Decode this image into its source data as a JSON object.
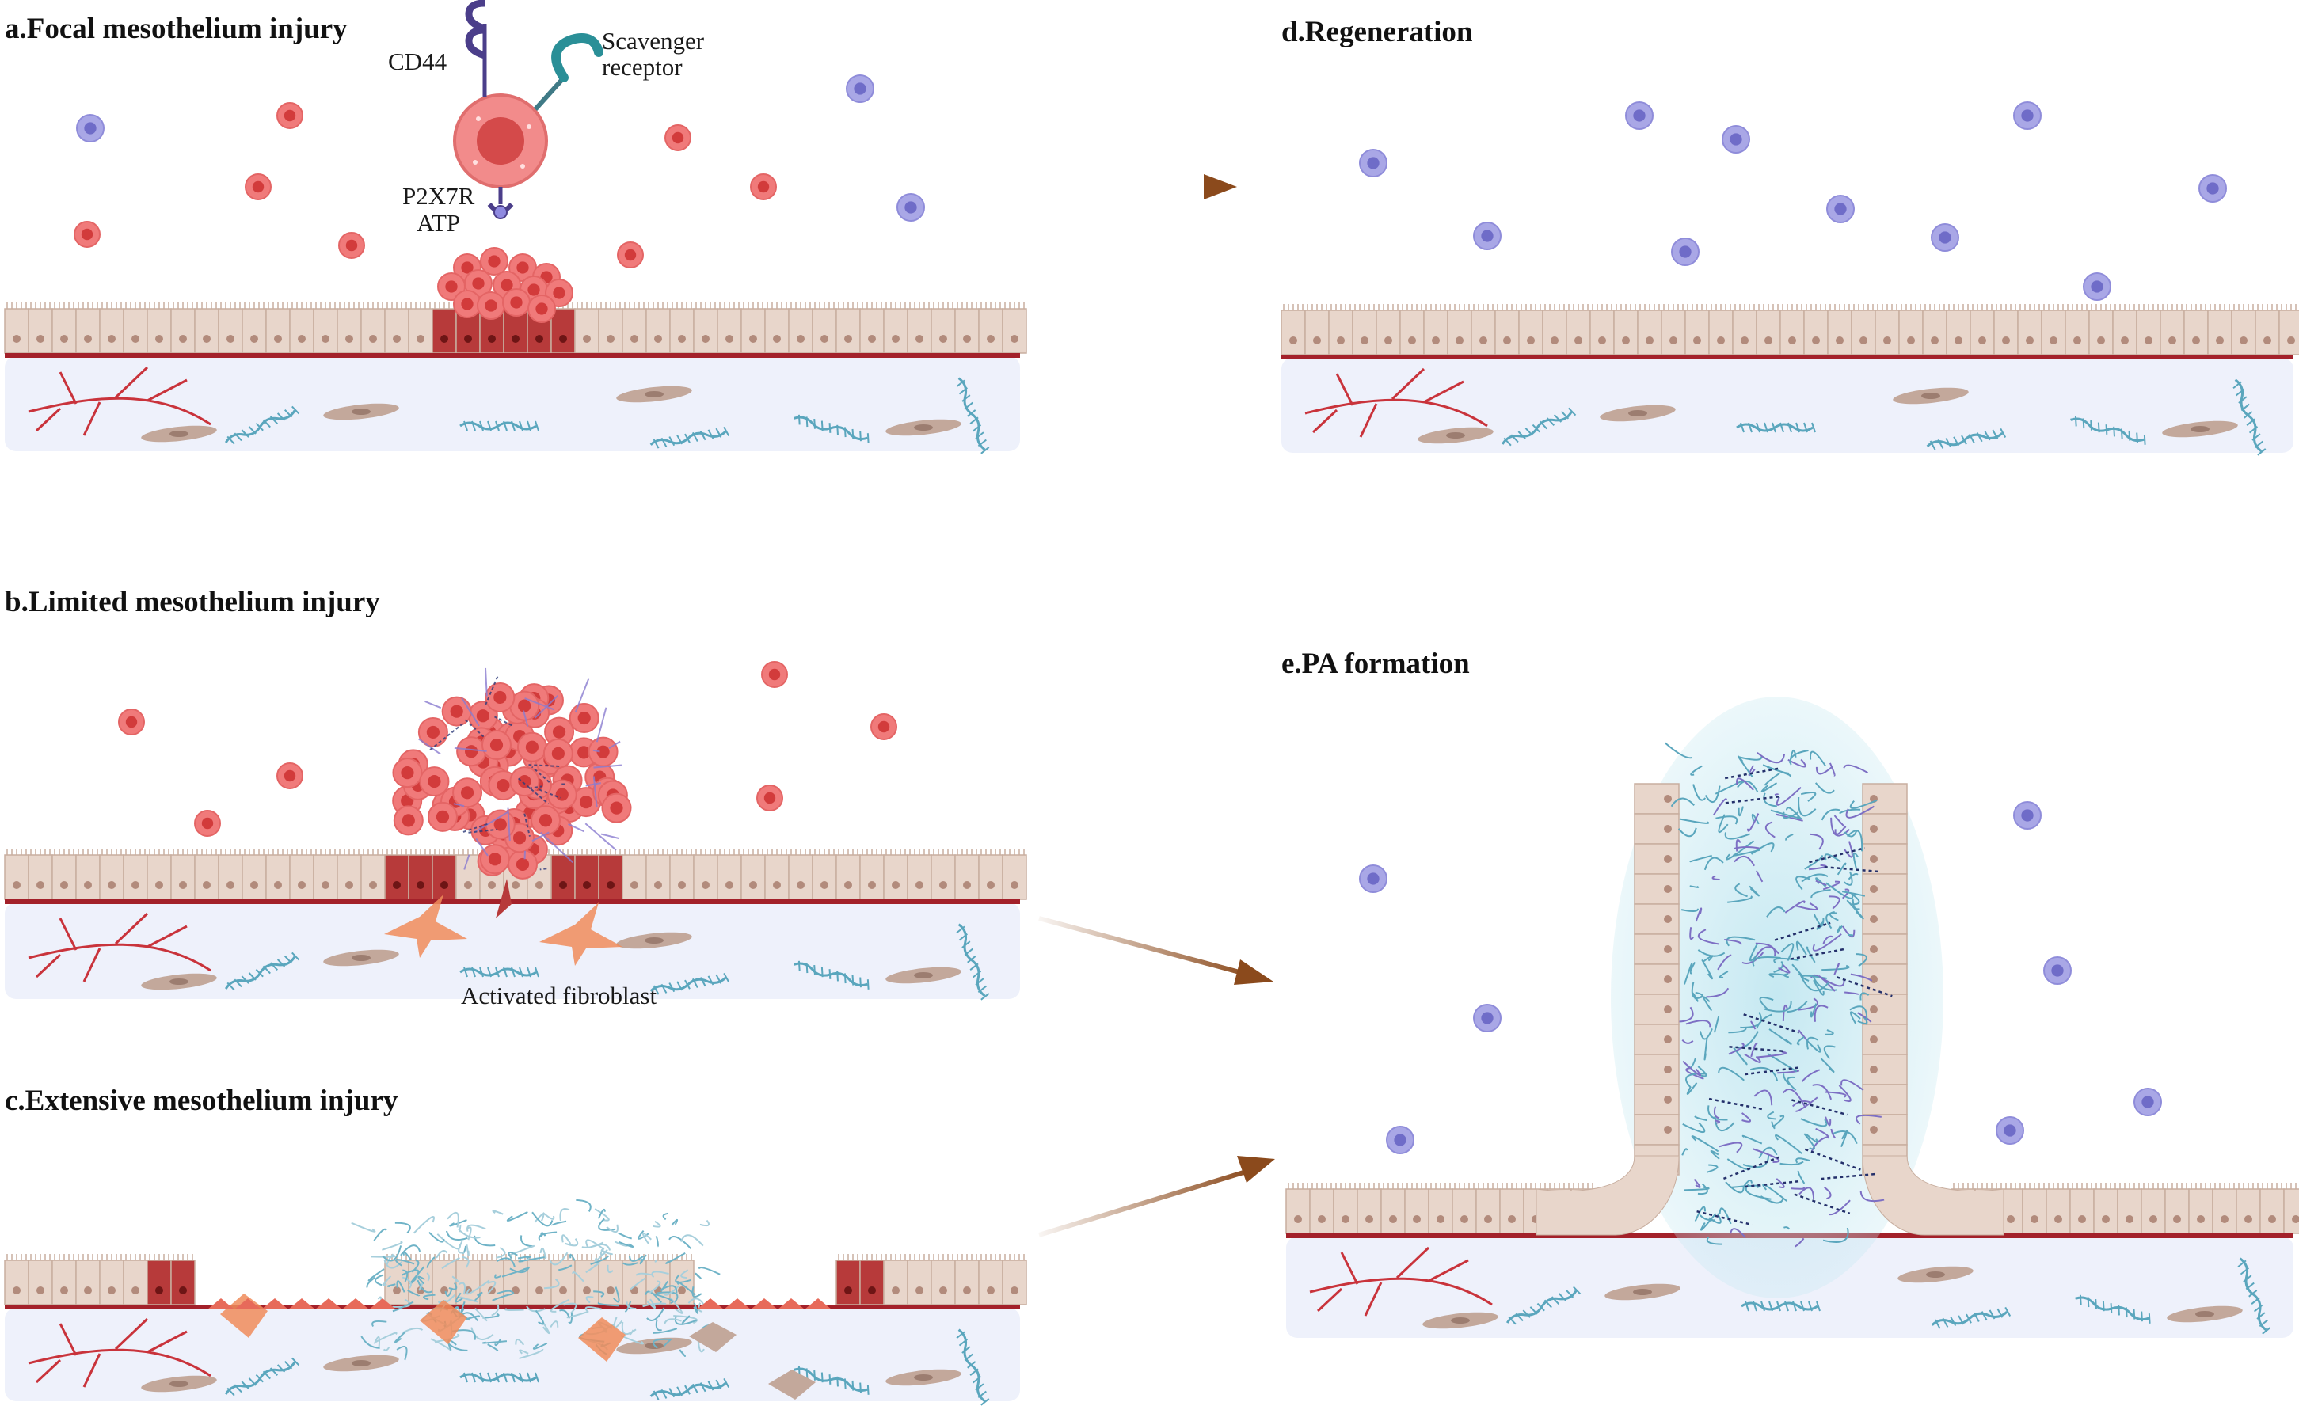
{
  "panels": {
    "a": {
      "title": "a.Focal mesothelium injury"
    },
    "b": {
      "title": "b.Limited mesothelium injury"
    },
    "c": {
      "title": "c.Extensive mesothelium injury"
    },
    "d": {
      "title": "d.Regeneration"
    },
    "e": {
      "title": "e.PA formation"
    }
  },
  "labels": {
    "cd44": "CD44",
    "scavenger_1": "Scavenger",
    "scavenger_2": "receptor",
    "p2x7r": "P2X7R",
    "atp": "ATP",
    "activated_fibroblast": "Activated fibroblast"
  },
  "colors": {
    "neutrophil": "#f07a7a",
    "neutrophil_nucleus": "#d23b3b",
    "macrophage": "#a9a7e6",
    "macrophage_nucleus": "#6f6cc8",
    "meso_cell": "#e8d6cb",
    "meso_nucleus": "#b28b7c",
    "basement": "#a3212a",
    "submeso": "#eef1fb",
    "vessel": "#c9333b",
    "fibroblast": "#c3a89b",
    "activated_fibroblast": "#f08c5a",
    "fibrin": "#5aa6bd",
    "arrow": "#8b4a1c",
    "injured_cell": "#b73a3a"
  }
}
